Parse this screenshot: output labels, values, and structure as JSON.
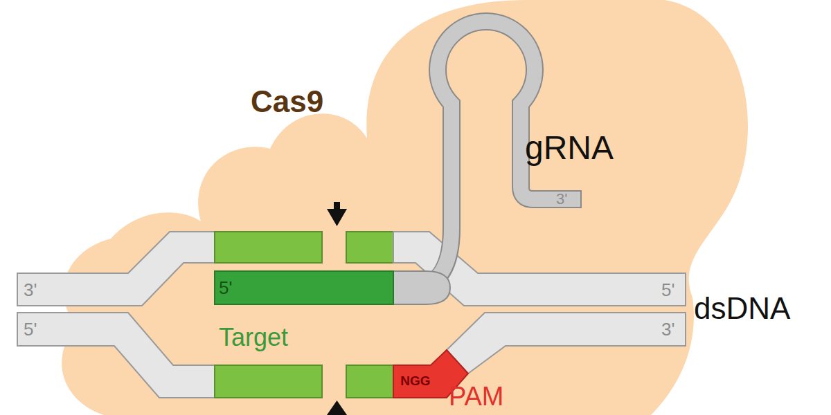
{
  "diagram": {
    "nodes": [
      {
        "text": [
          "Cas9"
        ]
      },
      {
        "text": [
          "NGG",
          "PAM"
        ],
        "in": 0
      }
    ],
    "labels": [
      "gRNA",
      "3'",
      "3'",
      "5'",
      "5'",
      "dsDNA",
      "5'",
      "Target",
      "3'"
    ]
  }
}
